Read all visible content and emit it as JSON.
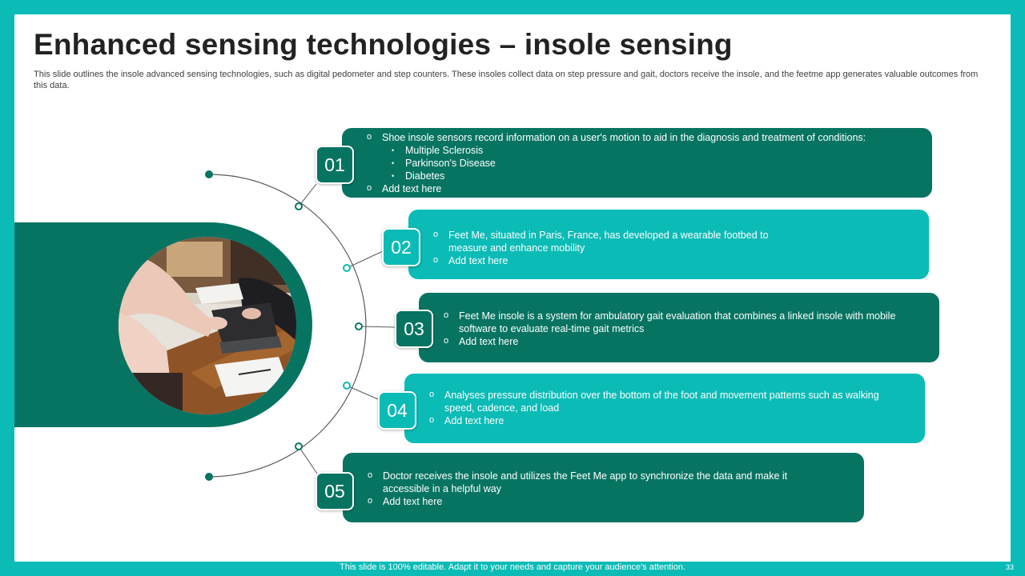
{
  "slide": {
    "title": "Enhanced sensing technologies – insole sensing",
    "subtitle": "This slide outlines the insole advanced sensing technologies, such as digital pedometer and step counters. These insoles collect data on step pressure and gait, doctors receive the insole, and the feetme app generates valuable outcomes from this data."
  },
  "items": [
    {
      "number": "01",
      "bullets": [
        "Shoe insole sensors record information  on a user's motion to aid in the diagnosis and treatment of conditions:",
        "Add text here"
      ],
      "sub_bullets": [
        "Multiple Sclerosis",
        "Parkinson's Disease",
        "Diabetes"
      ]
    },
    {
      "number": "02",
      "bullets": [
        "Feet Me, situated in Paris, France, has developed  a wearable footbed to measure and enhance mobility",
        "Add text here"
      ]
    },
    {
      "number": "03",
      "bullets": [
        "Feet Me insole is a system for ambulatory gait evaluation  that combines a linked insole with mobile software  to evaluate  real-time gait metrics",
        "Add text here"
      ]
    },
    {
      "number": "04",
      "bullets": [
        "Analyses pressure distribution over the bottom of the foot and movement  patterns such as walking speed, cadence, and load",
        "Add text here"
      ]
    },
    {
      "number": "05",
      "bullets": [
        "Doctor receives the insole and utilizes the Feet Me app to synchronize the data and make it accessible in a helpful way",
        "Add text here"
      ]
    }
  ],
  "footer": {
    "note": "This slide is 100% editable. Adapt it to your needs and capture your audience's attention.",
    "page_number": "33"
  },
  "colors": {
    "frame": "#0bbbb6",
    "dark_teal": "#077462",
    "light_teal": "#0bbbb6",
    "title_text": "#222222"
  }
}
